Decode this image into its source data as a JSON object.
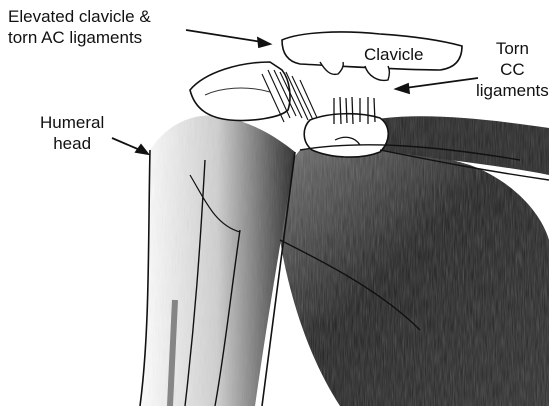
{
  "labels": {
    "elevated_clavicle_line1": "Elevated clavicle &",
    "elevated_clavicle_line2": "torn AC ligaments",
    "clavicle": "Clavicle",
    "torn_cc_line1": "Torn",
    "torn_cc_line2": "CC",
    "torn_cc_line3": "ligaments",
    "humeral_head_line1": "Humeral",
    "humeral_head_line2": "head"
  },
  "colors": {
    "ink": "#111111",
    "muscle_shade": "#2a2a2a",
    "background": "#ffffff"
  }
}
